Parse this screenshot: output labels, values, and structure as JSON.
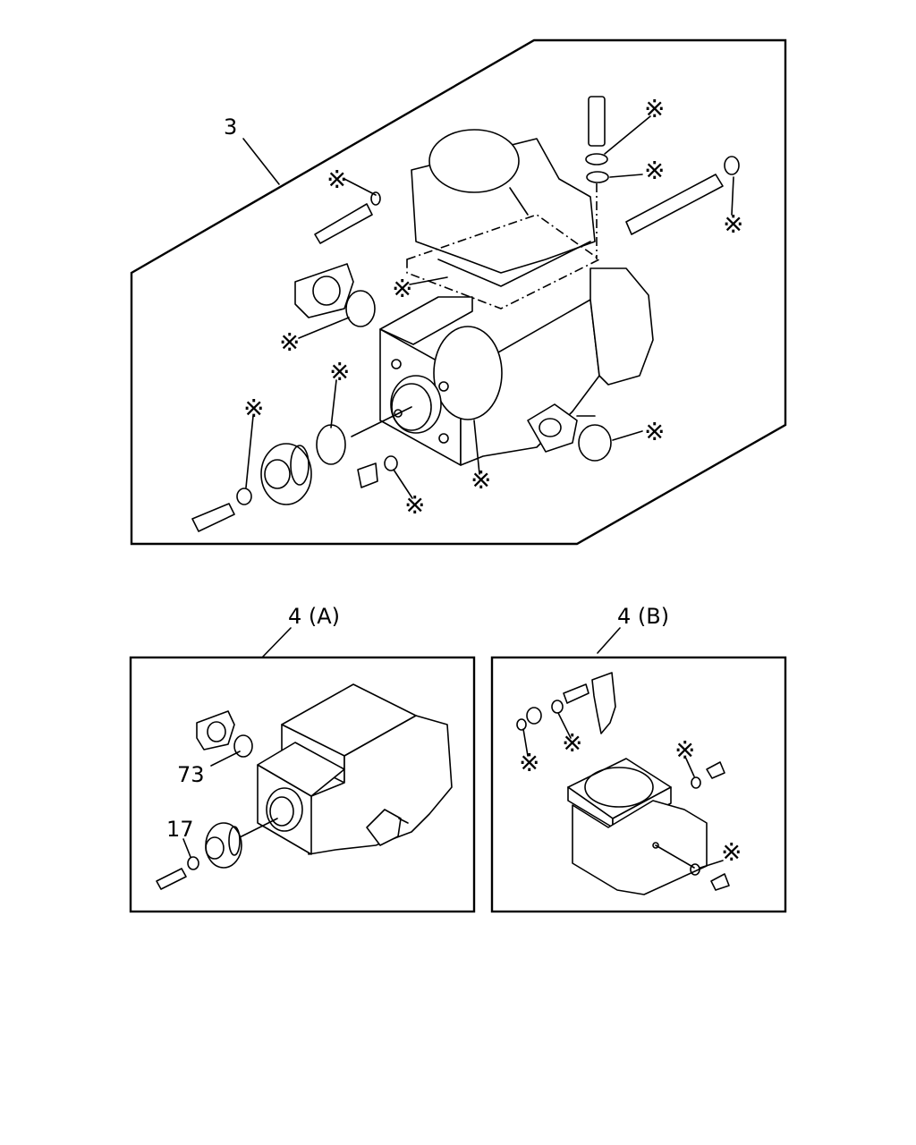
{
  "callouts": {
    "main_assembly": "3",
    "variant_a": "4 (A)",
    "variant_b": "4 (B)",
    "part_73": "73",
    "part_17": "17"
  },
  "marks": {
    "asterisk": "※"
  }
}
